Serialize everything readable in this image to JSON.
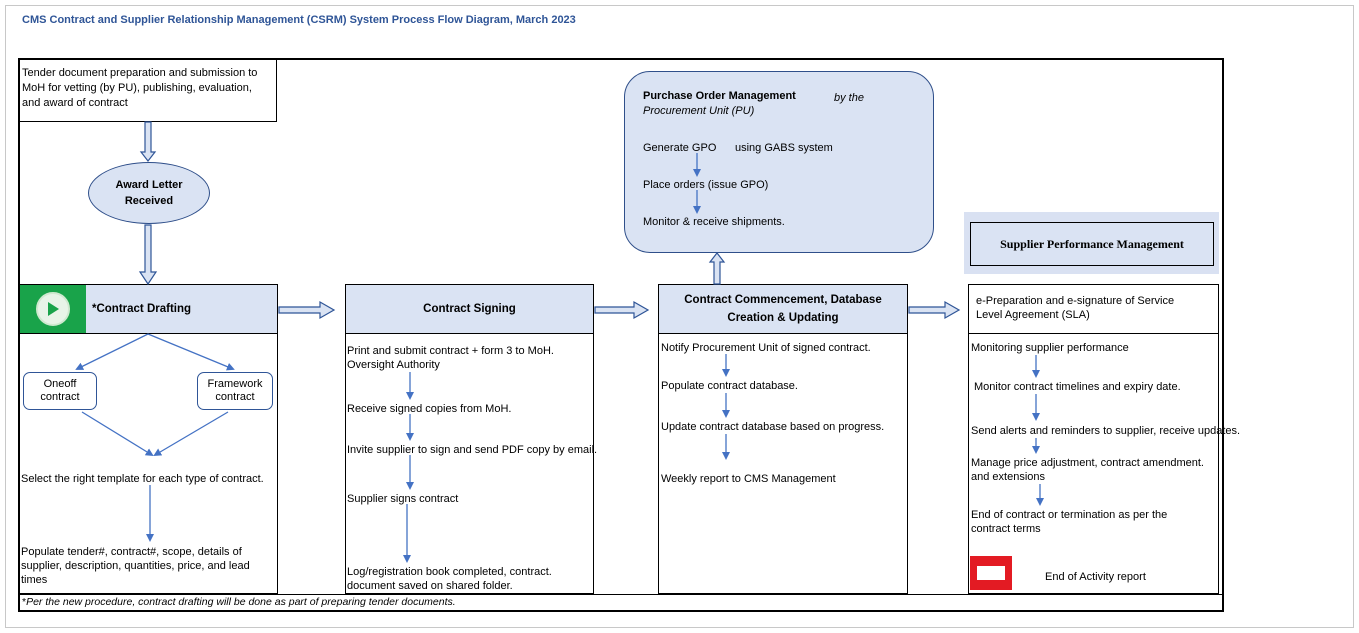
{
  "title": "CMS Contract and Supplier Relationship Management (CSRM) System Process Flow Diagram, March 2023",
  "tender_box": {
    "lines": [
      "Tender document preparation and submission to",
      "MoH for vetting (by PU), publishing, evaluation,",
      "and award of contract"
    ]
  },
  "award_ellipse": {
    "lines": [
      "Award Letter",
      "Received"
    ]
  },
  "drafting": {
    "header": "*Contract Drafting",
    "oneoff": [
      "Oneoff",
      "contract"
    ],
    "framework": [
      "Framework",
      "contract"
    ],
    "select_template": "Select the right template for each type of contract.",
    "populate": [
      "Populate tender#, contract#, scope, details of",
      "supplier, description, quantities, price, and lead",
      "times"
    ]
  },
  "signing": {
    "header": "Contract Signing",
    "steps": [
      "Print and submit contract + form 3 to MoH.",
      "Oversight Authority",
      "Receive signed copies from MoH.",
      "Invite supplier to sign and send PDF copy by email.",
      "Supplier signs contract",
      "Log/registration book completed, contract.",
      "document saved on shared folder."
    ]
  },
  "commencement": {
    "header_lines": [
      "Contract Commencement, Database",
      "Creation & Updating"
    ],
    "steps": [
      "Notify Procurement Unit of signed contract.",
      "Populate contract database.",
      "Update contract database based on progress.",
      "Weekly report to CMS Management"
    ]
  },
  "purchase_order": {
    "header": "Purchase Order Management",
    "by": "by the",
    "unit": "Procurement Unit (PU)",
    "generate": "Generate GPO",
    "using": "using GABS system",
    "place": "Place orders (issue GPO)",
    "monitor": "Monitor & receive shipments."
  },
  "supplier_perf": {
    "header": "Supplier Performance Management",
    "sla": [
      "e-Preparation and e-signature of Service",
      "Level Agreement (SLA)"
    ],
    "steps": [
      "Monitoring supplier performance",
      "Monitor contract timelines and expiry date.",
      "Send alerts and reminders to supplier, receive updates.",
      "Manage price adjustment, contract amendment.",
      "and extensions",
      "End of contract or termination as per the",
      "contract terms"
    ],
    "end_report": "End of Activity report"
  },
  "footnote": {
    "star": "*",
    "text": "Per the new procedure, contract drafting will be done as part of preparing tender documents."
  },
  "icons": {
    "start": "play-icon",
    "end": "stop-icon"
  },
  "colors": {
    "title": "#2f5597",
    "header_fill": "#dae3f3",
    "arrow": "#4472c4",
    "start": "#19a34a",
    "end": "#e31b23"
  }
}
